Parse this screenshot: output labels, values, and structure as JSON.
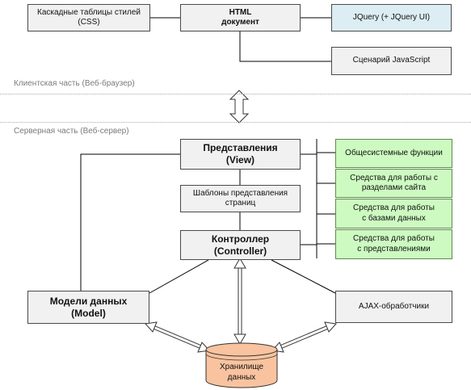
{
  "client": {
    "css_box": "Каскадные таблицы стилей\n(CSS)",
    "html_box": "HTML\nдокумент",
    "jquery_box": "JQuery (+ JQuery UI)",
    "script_box": "Сценарий JavaScript",
    "region_label": "Клиентская часть (Веб-браузер)"
  },
  "server": {
    "region_label": "Серверная часть (Веб-сервер)",
    "views_box": "Представления\n(View)",
    "templates_box": "Шаблоны представления\nстраниц",
    "controller_box": "Контроллер\n(Controller)",
    "models_box": "Модели данных\n(Model)",
    "ajax_box": "AJAX-обработчики",
    "storage": "Хранилище\nданных",
    "tools": [
      "Общесистемные функции",
      "Средства для работы с\nразделами сайта",
      "Средства для работы\nс базами данных",
      "Средства для работы\nс представлениями"
    ]
  },
  "colors": {
    "client_highlight": "#dcedf3",
    "tools_fill": "#cdfac1",
    "storage_fill": "#f9c39f",
    "box_fill": "#f1f1f1"
  }
}
